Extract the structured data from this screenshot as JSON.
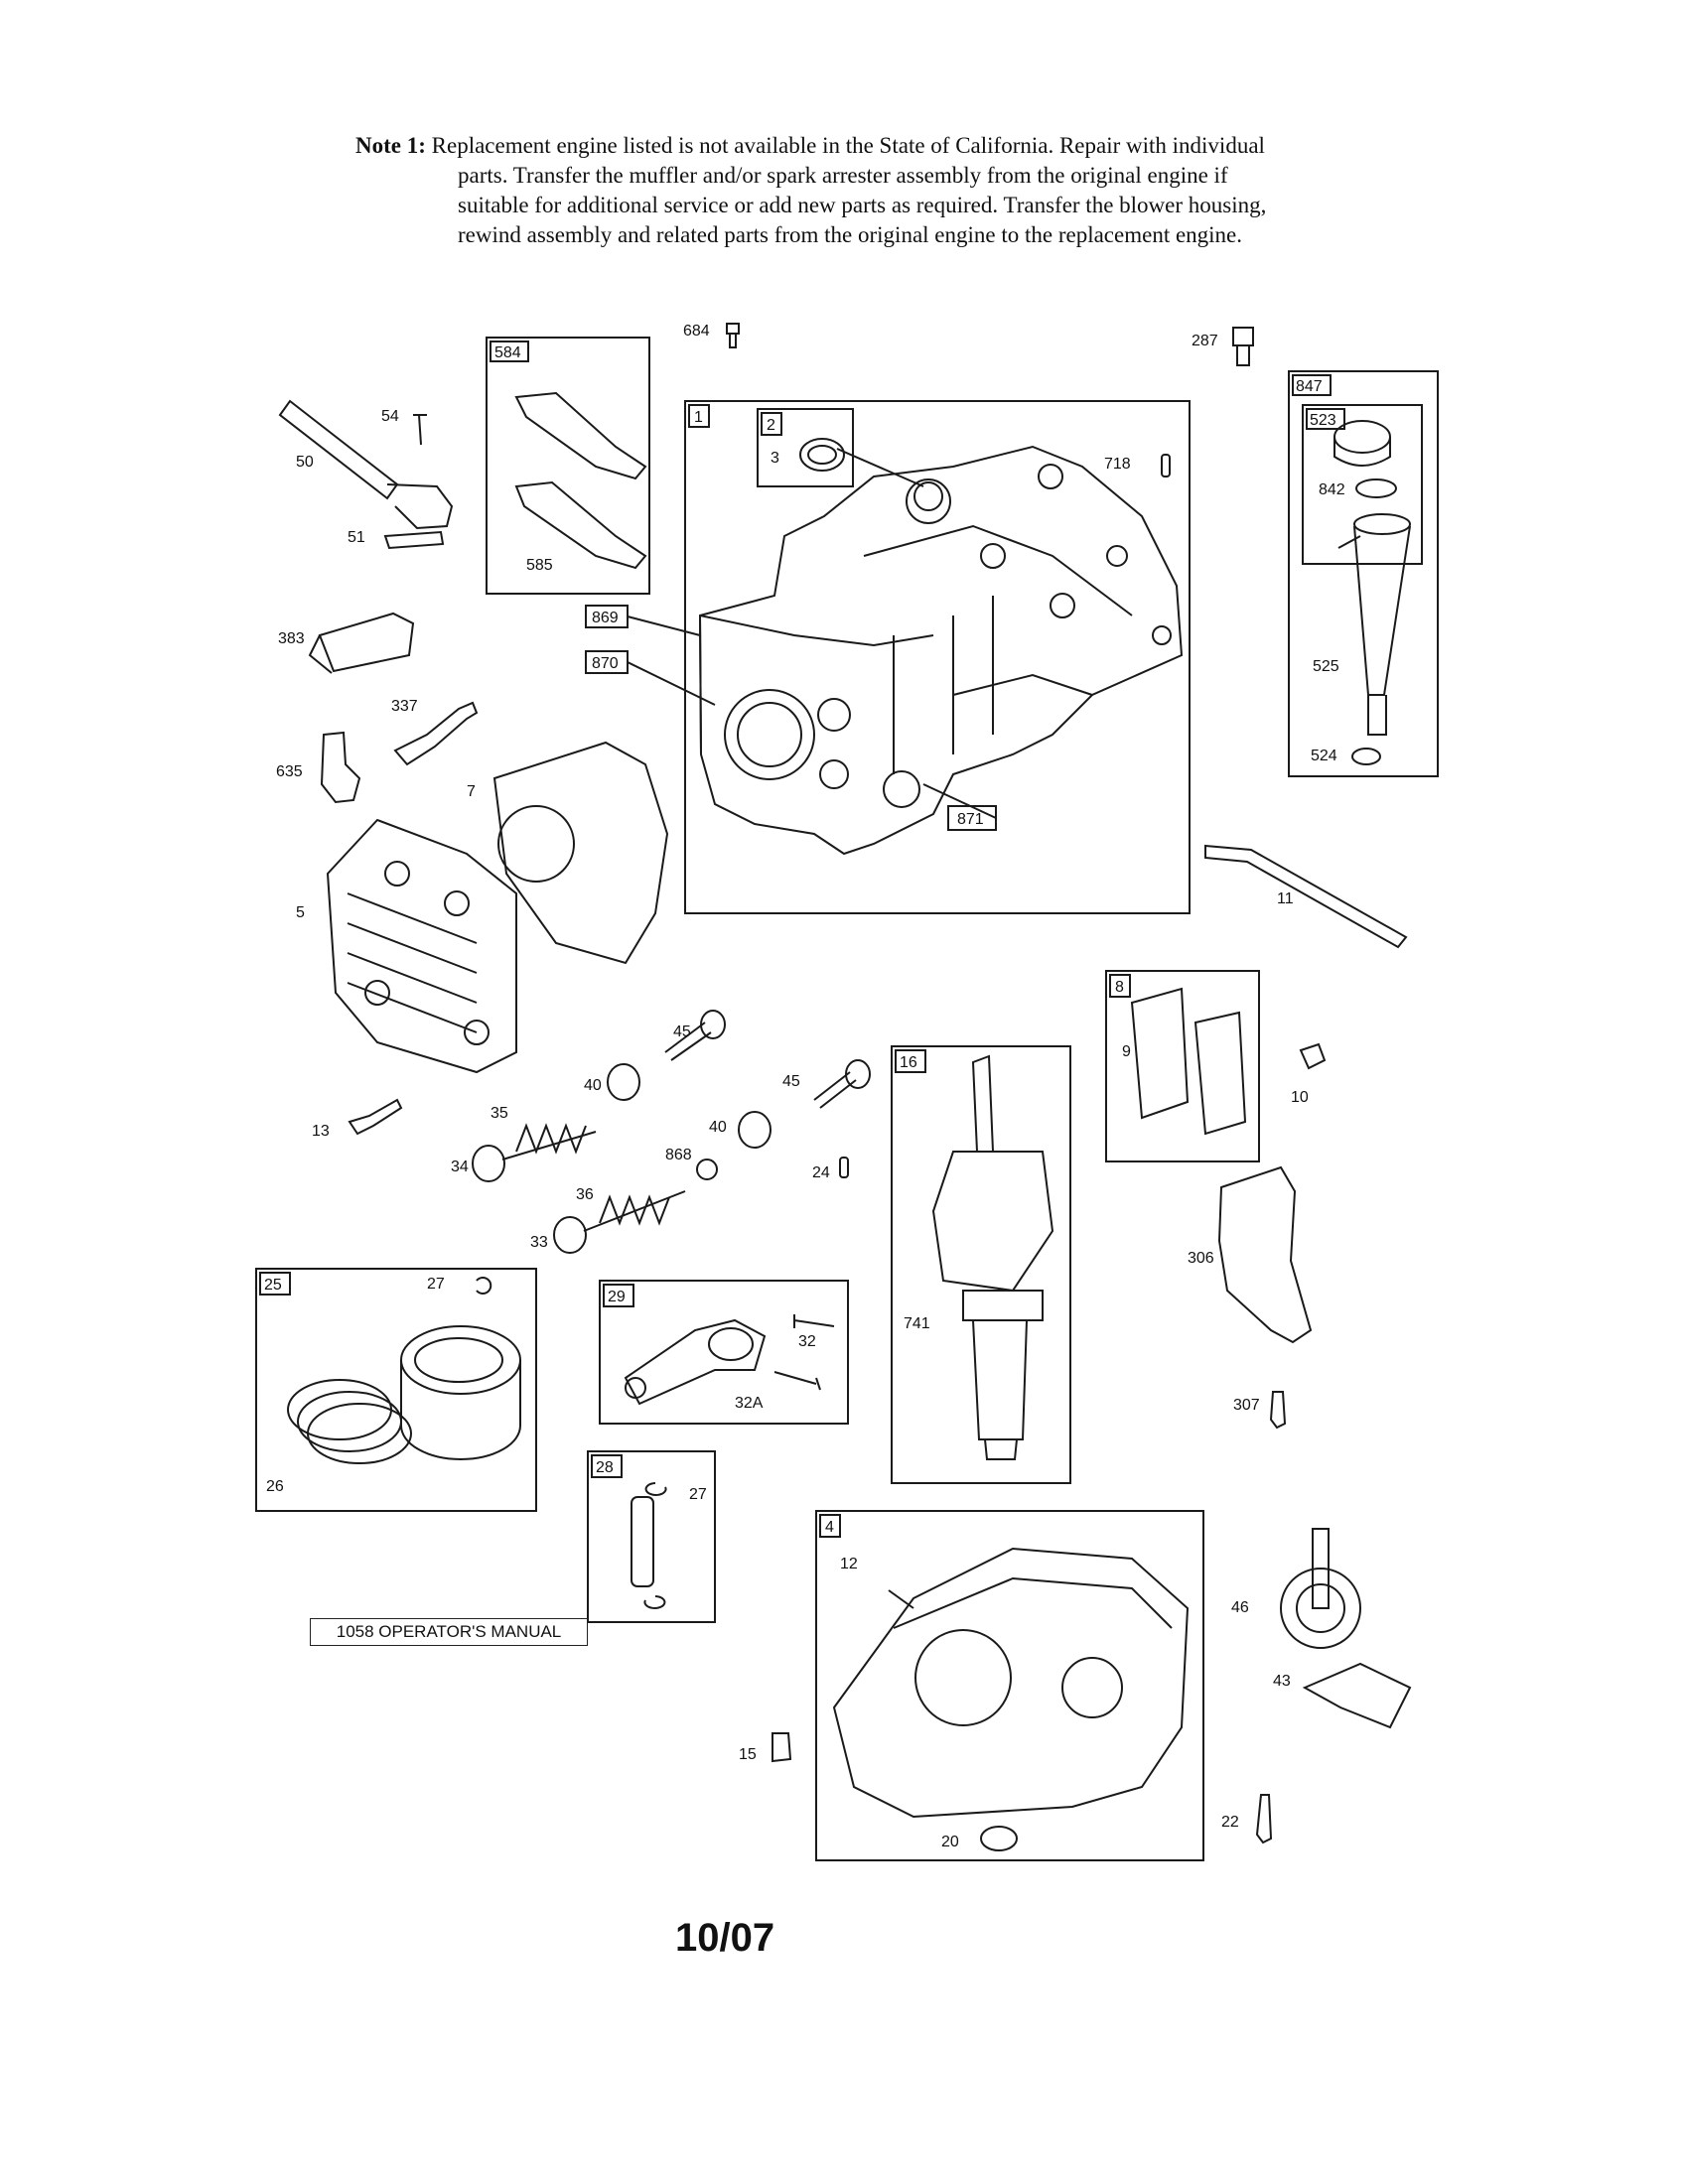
{
  "note": {
    "label": "Note 1:",
    "lines": [
      "Replacement engine listed is not available in the State of California. Repair with individual",
      "parts. Transfer the muffler and/or spark arrester assembly from the original engine if",
      "suitable for additional service or add new parts as required. Transfer the blower housing,",
      "rewind assembly and related parts from the original engine to the replacement engine."
    ]
  },
  "box_labels": {
    "b584": "584",
    "b1": "1",
    "b2": "2",
    "b847": "847",
    "b523": "523",
    "b869": "869",
    "b870": "870",
    "b871": "871",
    "b8": "8",
    "b16": "16",
    "b25": "25",
    "b29": "29",
    "b28": "28",
    "b4": "4"
  },
  "part_labels": {
    "p684": "684",
    "p287": "287",
    "p54": "54",
    "p50": "50",
    "p51": "51",
    "p585": "585",
    "p3": "3",
    "p718": "718",
    "p842": "842",
    "p525": "525",
    "p524": "524",
    "p383": "383",
    "p337": "337",
    "p635": "635",
    "p7": "7",
    "p5": "5",
    "p11": "11",
    "p9": "9",
    "p10": "10",
    "p45a": "45",
    "p45b": "45",
    "p40a": "40",
    "p40b": "40",
    "p35": "35",
    "p13": "13",
    "p34": "34",
    "p868": "868",
    "p24": "24",
    "p36": "36",
    "p33": "33",
    "p741": "741",
    "p306": "306",
    "p27a": "27",
    "p32": "32",
    "p32a": "32A",
    "p26": "26",
    "p307": "307",
    "p27b": "27",
    "p12": "12",
    "p46": "46",
    "p43": "43",
    "p15": "15",
    "p20": "20",
    "p22": "22"
  },
  "manual_box": "1058 OPERATOR'S MANUAL",
  "date_code": "10/07"
}
